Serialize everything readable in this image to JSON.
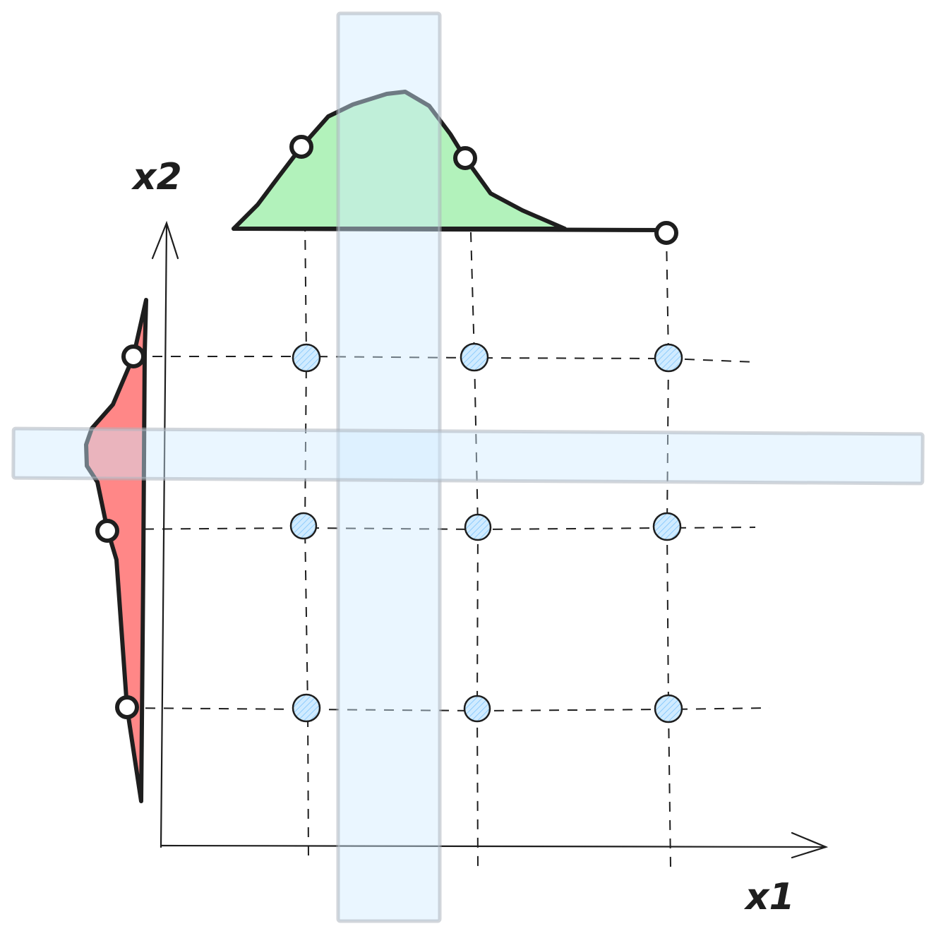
{
  "labels": {
    "x1": "x1",
    "x2": "x2"
  },
  "colors": {
    "ink": "#1e1e1e",
    "marginal_x1_fill": "#b2f2bb",
    "marginal_x2_fill": "#ff8787",
    "band_fill": "#d0ebff",
    "band_stroke": "#adb5bd",
    "grid_point_fill": "#d0ebff"
  },
  "grid": {
    "columns": 3,
    "rows": 3
  }
}
